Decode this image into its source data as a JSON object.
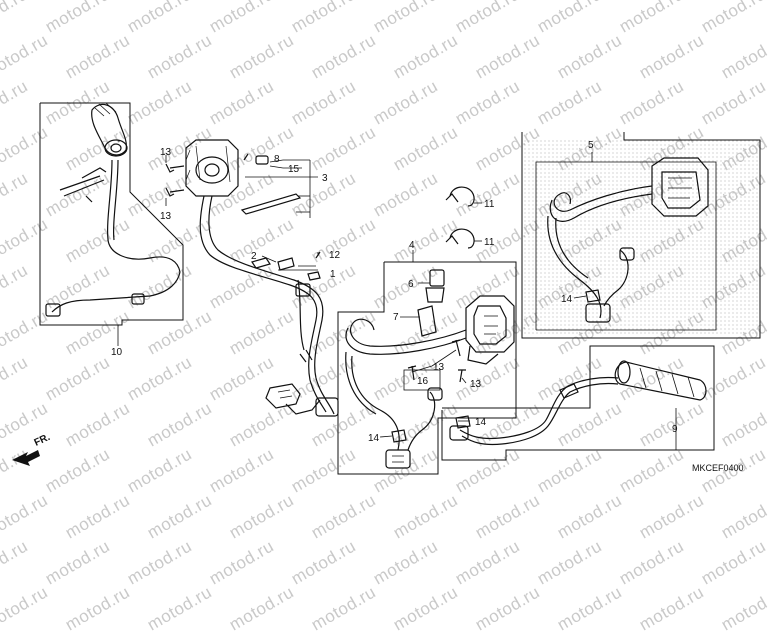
{
  "watermark": "motod.ru",
  "diagram_code": "MKCEF0400",
  "direction_label": "FR.",
  "callouts": {
    "c1": "1",
    "c2": "2",
    "c3": "3",
    "c4": "4",
    "c5": "5",
    "c6": "6",
    "c7": "7",
    "c8": "8",
    "c9": "9",
    "c10": "10",
    "c11a": "11",
    "c11b": "11",
    "c12": "12",
    "c13a": "13",
    "c13b": "13",
    "c13c": "13",
    "c13d": "13",
    "c14a": "14",
    "c14b": "14",
    "c14c": "14",
    "c15": "15",
    "c16": "16"
  },
  "colors": {
    "line": "#111111",
    "watermark": "#c9c9c9",
    "dots": "#999999"
  }
}
